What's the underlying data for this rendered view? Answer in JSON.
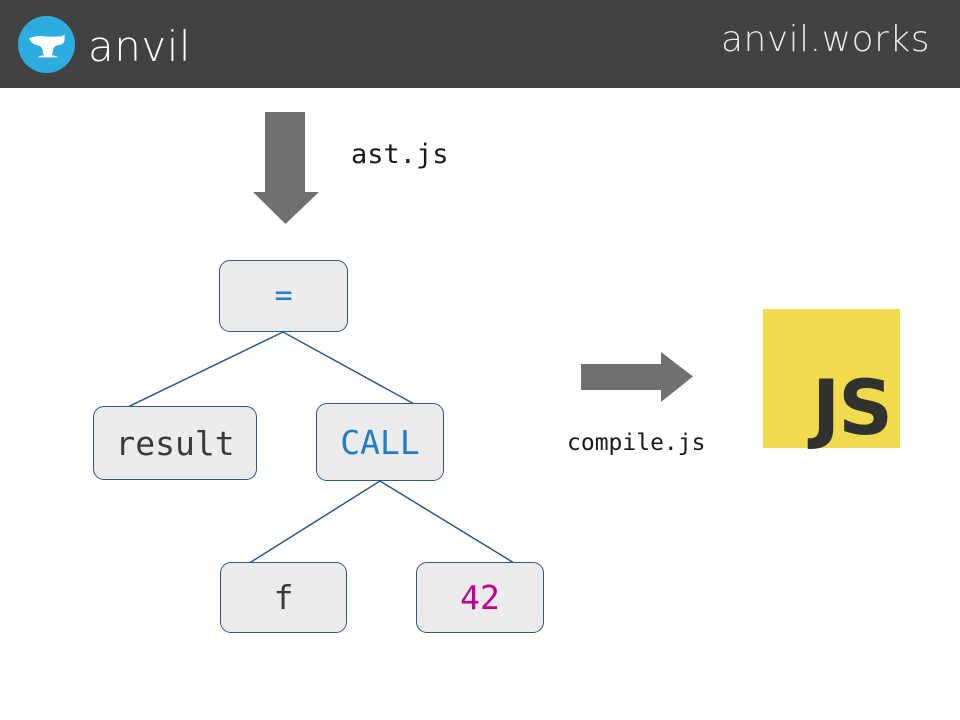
{
  "header": {
    "background_color": "#424242",
    "logo_icon": "anvil-icon",
    "logo_circle_color": "#2cacdf",
    "brand_name": "anvil",
    "site_name": "anvil.works"
  },
  "diagram": {
    "title": "ast-to-js-compile-pipeline",
    "input_arrow": {
      "icon": "arrow-down-icon",
      "color": "#707070",
      "label": "ast.js"
    },
    "output_arrow": {
      "icon": "arrow-right-icon",
      "color": "#707070",
      "label": "compile.js"
    },
    "node_fill_color": "#ebebeb",
    "node_border_color": "#2d5986",
    "edge_color": "#2d5986",
    "nodes": [
      {
        "id": "root",
        "label": "=",
        "text_color": "#1f7fc0"
      },
      {
        "id": "lhs",
        "label": "result",
        "text_color": "#3a3a3a"
      },
      {
        "id": "rhs",
        "label": "CALL",
        "text_color": "#1f7fc0"
      },
      {
        "id": "callee",
        "label": "f",
        "text_color": "#3a3a3a"
      },
      {
        "id": "arg",
        "label": "42",
        "text_color": "#bf008f"
      }
    ],
    "edges": [
      {
        "from": "root",
        "to": "lhs"
      },
      {
        "from": "root",
        "to": "rhs"
      },
      {
        "from": "rhs",
        "to": "callee"
      },
      {
        "from": "rhs",
        "to": "arg"
      }
    ],
    "output": {
      "icon": "javascript-logo-icon",
      "label": "JS",
      "background_color": "#f0db4f",
      "text_color": "#323330"
    }
  }
}
